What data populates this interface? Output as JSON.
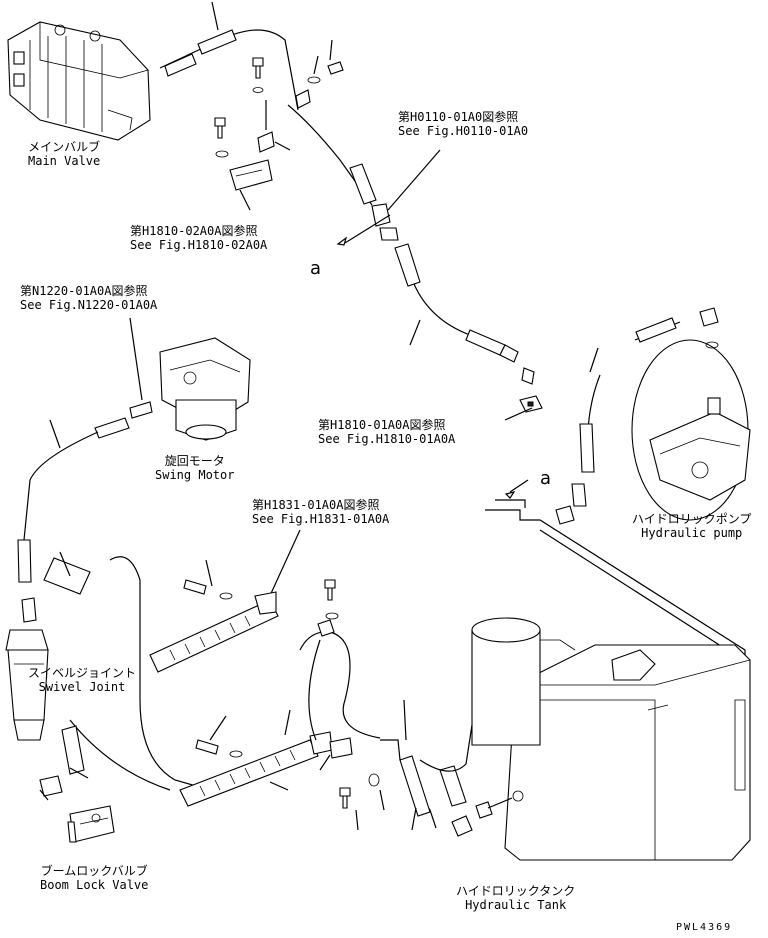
{
  "labels": {
    "main_valve": {
      "jp": "メインバルブ",
      "en": "Main Valve"
    },
    "ref_h0110": {
      "jp": "第H0110-01A0図参照",
      "en": "See Fig.H0110-01A0"
    },
    "ref_h1810_02": {
      "jp": "第H1810-02A0A図参照",
      "en": "See Fig.H1810-02A0A"
    },
    "ref_n1220": {
      "jp": "第N1220-01A0A図参照",
      "en": "See Fig.N1220-01A0A"
    },
    "swing_motor": {
      "jp": "旋回モータ",
      "en": "Swing Motor"
    },
    "ref_h1810_01": {
      "jp": "第H1810-01A0A図参照",
      "en": "See Fig.H1810-01A0A"
    },
    "ref_h1831": {
      "jp": "第H1831-01A0A図参照",
      "en": "See Fig.H1831-01A0A"
    },
    "hydraulic_pump": {
      "jp": "ハイドロリックポンプ",
      "en": "Hydraulic pump"
    },
    "swivel_joint": {
      "jp": "スイベルジョイント",
      "en": "Swivel Joint"
    },
    "boom_lock_valve": {
      "jp": "ブームロックバルブ",
      "en": "Boom Lock Valve"
    },
    "hydraulic_tank": {
      "jp": "ハイドロリックタンク",
      "en": "Hydraulic Tank"
    }
  },
  "markers": {
    "a_upper": "a",
    "a_lower": "a"
  },
  "drawing_code": "PWL4369"
}
